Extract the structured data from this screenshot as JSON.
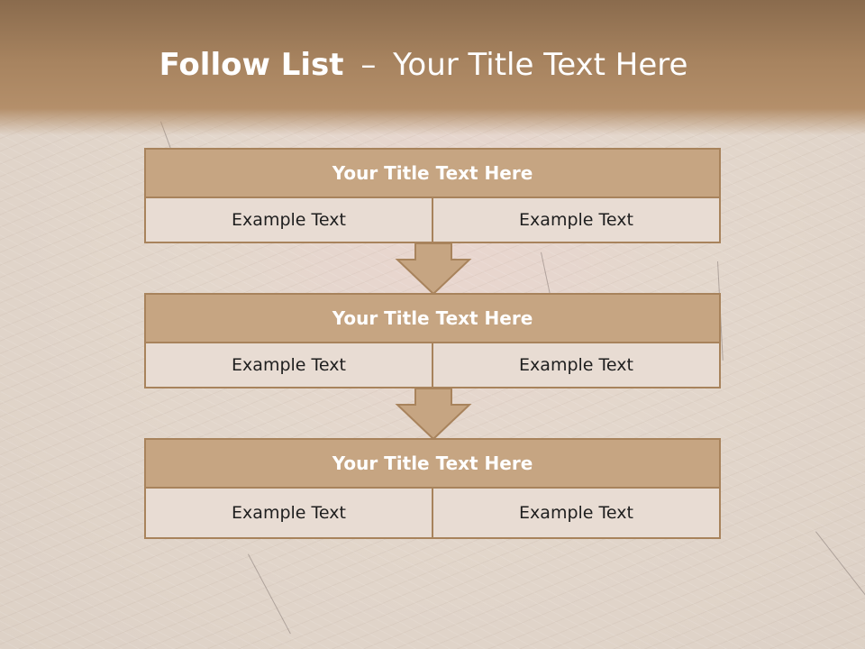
{
  "slide": {
    "title_bold": "Follow List",
    "title_sep": "–",
    "title_rest": "Your Title Text Here"
  },
  "blocks": [
    {
      "title": "Your Title Text Here",
      "left": "Example Text",
      "right": "Example Text"
    },
    {
      "title": "Your Title Text Here",
      "left": "Example Text",
      "right": "Example Text"
    },
    {
      "title": "Your Title Text Here",
      "left": "Example Text",
      "right": "Example Text"
    }
  ],
  "colors": {
    "header": "#a7835f",
    "block_title_fill": "#c6a582",
    "block_border": "#a8835c",
    "cell_fill": "#e8dcd3",
    "title_text": "#ffffff"
  },
  "icons": [
    "down-arrow-icon",
    "down-arrow-icon"
  ]
}
